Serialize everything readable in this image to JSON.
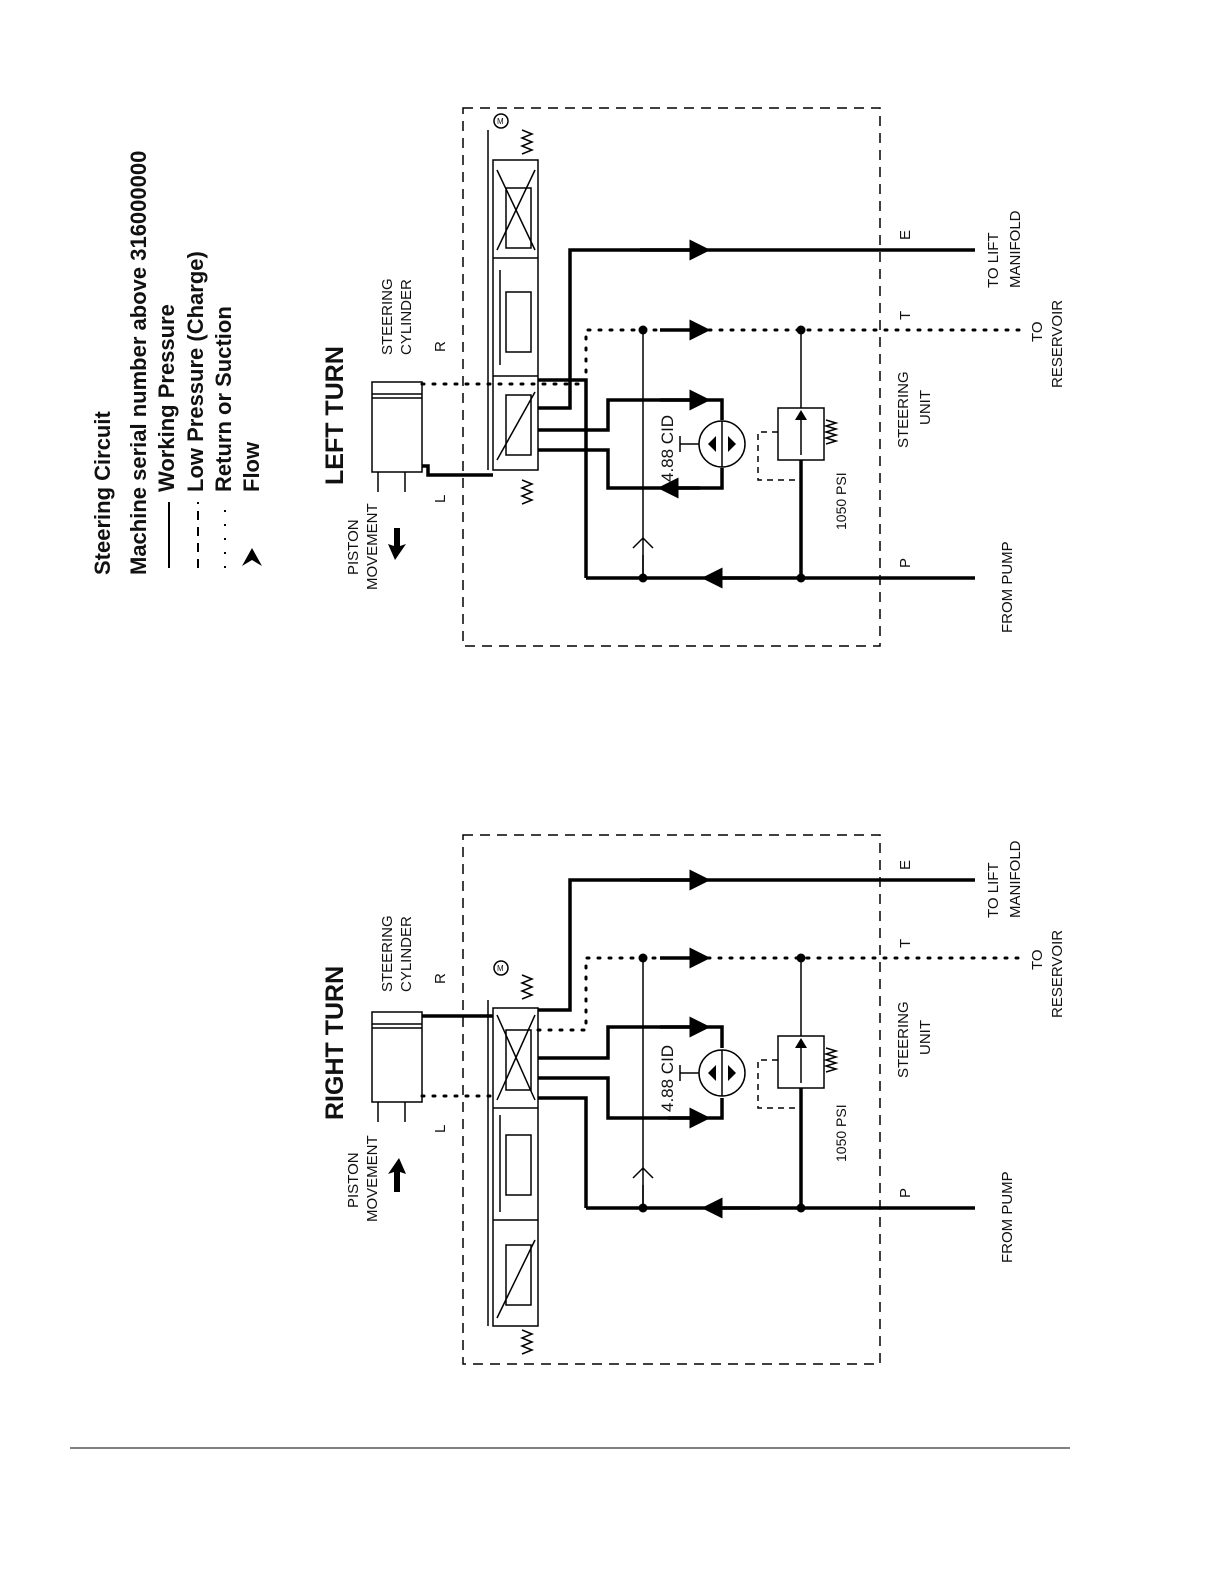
{
  "legend": {
    "title": "Steering Circuit",
    "subtitle": "Machine serial number above 316000000",
    "items": [
      {
        "key": "working",
        "label": "Working Pressure"
      },
      {
        "key": "low",
        "label": "Low  Pressure  (Charge)"
      },
      {
        "key": "return",
        "label": "Return or Suction"
      },
      {
        "key": "flow",
        "label": "Flow"
      }
    ]
  },
  "left_turn": {
    "heading": "LEFT TURN",
    "piston_movement": [
      "PISTON",
      "MOVEMENT"
    ],
    "steering_cylinder": [
      "STEERING",
      "CYLINDER"
    ],
    "port_R": "R",
    "port_L": "L",
    "displacement": "4.88 CID",
    "relief": "1050 PSI",
    "steering_unit": [
      "STEERING",
      "UNIT"
    ],
    "port_P": "P",
    "port_T": "T",
    "port_E": "E",
    "from_pump": "FROM PUMP",
    "to_reservoir": [
      "TO",
      "RESERVOIR"
    ],
    "to_lift_manifold": [
      "TO LIFT",
      "MANIFOLD"
    ],
    "motor_symbol": "M"
  },
  "right_turn": {
    "heading": "RIGHT TURN",
    "piston_movement": [
      "PISTON",
      "MOVEMENT"
    ],
    "steering_cylinder": [
      "STEERING",
      "CYLINDER"
    ],
    "port_R": "R",
    "port_L": "L",
    "displacement": "4.88 CID",
    "relief": "1050 PSI",
    "steering_unit": [
      "STEERING",
      "UNIT"
    ],
    "port_P": "P",
    "port_T": "T",
    "port_E": "E",
    "from_pump": "FROM PUMP",
    "to_reservoir": [
      "TO",
      "RESERVOIR"
    ],
    "to_lift_manifold": [
      "TO LIFT",
      "MANIFOLD"
    ],
    "motor_symbol": "M"
  }
}
